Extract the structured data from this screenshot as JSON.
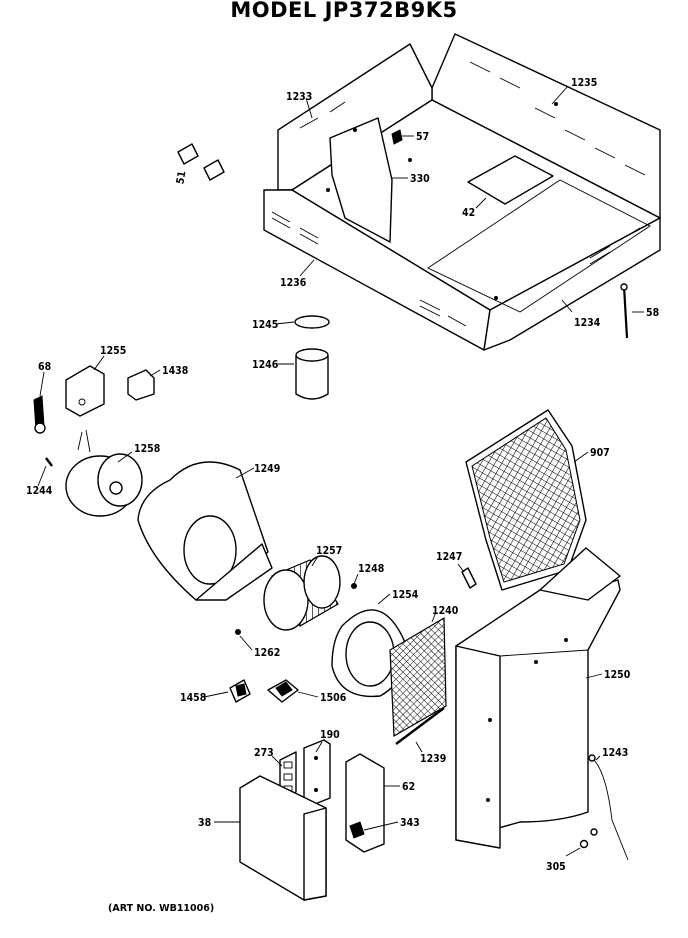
{
  "title": "MODEL JP372B9K5",
  "art_no": "(ART NO. WB11006)",
  "parts": [
    {
      "id": "p1233",
      "label": "1233"
    },
    {
      "id": "p1235",
      "label": "1235"
    },
    {
      "id": "p57",
      "label": "57"
    },
    {
      "id": "p51",
      "label": "51"
    },
    {
      "id": "p330",
      "label": "330"
    },
    {
      "id": "p42",
      "label": "42"
    },
    {
      "id": "p1236",
      "label": "1236"
    },
    {
      "id": "p1234",
      "label": "1234"
    },
    {
      "id": "p58",
      "label": "58"
    },
    {
      "id": "p1245",
      "label": "1245"
    },
    {
      "id": "p1246",
      "label": "1246"
    },
    {
      "id": "p68",
      "label": "68"
    },
    {
      "id": "p1255",
      "label": "1255"
    },
    {
      "id": "p1438",
      "label": "1438"
    },
    {
      "id": "p1258",
      "label": "1258"
    },
    {
      "id": "p1244",
      "label": "1244"
    },
    {
      "id": "p1249",
      "label": "1249"
    },
    {
      "id": "p907",
      "label": "907"
    },
    {
      "id": "p1247",
      "label": "1247"
    },
    {
      "id": "p1257",
      "label": "1257"
    },
    {
      "id": "p1248",
      "label": "1248"
    },
    {
      "id": "p1254",
      "label": "1254"
    },
    {
      "id": "p1240",
      "label": "1240"
    },
    {
      "id": "p1250",
      "label": "1250"
    },
    {
      "id": "p1262",
      "label": "1262"
    },
    {
      "id": "p1458",
      "label": "1458"
    },
    {
      "id": "p1506",
      "label": "1506"
    },
    {
      "id": "p1239",
      "label": "1239"
    },
    {
      "id": "p273",
      "label": "273"
    },
    {
      "id": "p190",
      "label": "190"
    },
    {
      "id": "p62",
      "label": "62"
    },
    {
      "id": "p1243",
      "label": "1243"
    },
    {
      "id": "p38",
      "label": "38"
    },
    {
      "id": "p343",
      "label": "343"
    },
    {
      "id": "p305",
      "label": "305"
    }
  ]
}
